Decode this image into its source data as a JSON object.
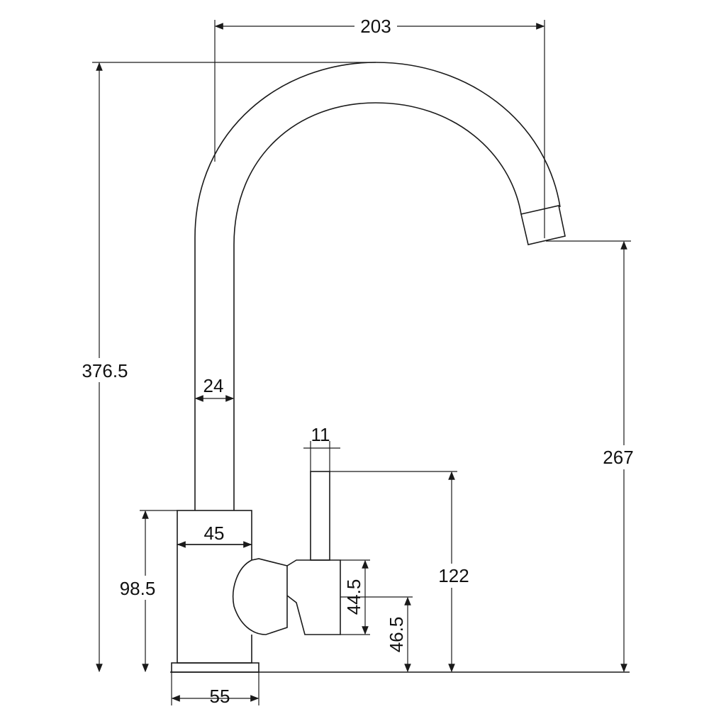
{
  "title": "Faucet dimension drawing",
  "dimensions": {
    "spout_reach": "203",
    "total_height": "376.5",
    "spout_outlet_height": "267",
    "neck_diameter": "24",
    "lever_diameter": "11",
    "body_diameter": "45",
    "lever_height": "122",
    "body_height": "98.5",
    "handle_block_height": "44.5",
    "handle_center_height": "46.5",
    "base_diameter": "55"
  },
  "colors": {
    "line": "#1a1a1a",
    "background": "#ffffff"
  }
}
